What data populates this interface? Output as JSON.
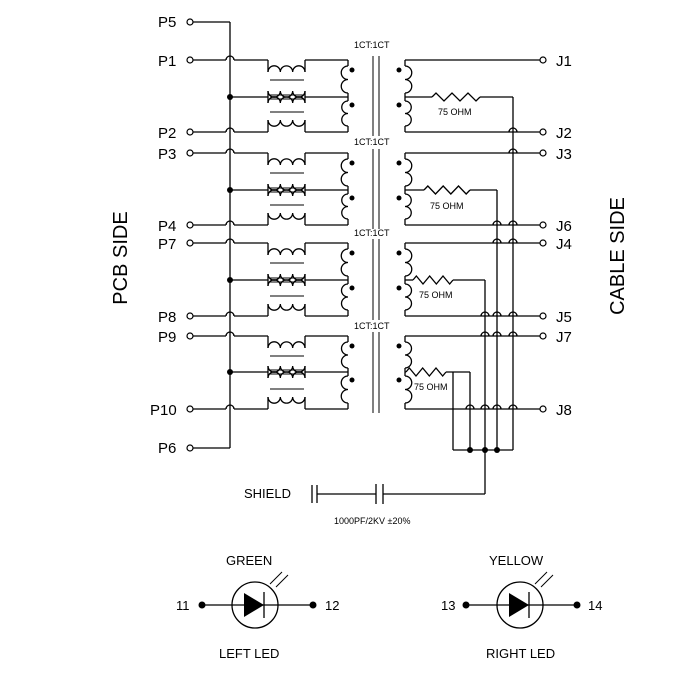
{
  "pins_left": [
    "P5",
    "P1",
    "P2",
    "P3",
    "P4",
    "P7",
    "P8",
    "P9",
    "P10",
    "P6"
  ],
  "pins_right": [
    "J1",
    "J2",
    "J3",
    "J6",
    "J4",
    "J5",
    "J7",
    "J8"
  ],
  "ratio_labels": [
    "1CT:1CT",
    "1CT:1CT",
    "1CT:1CT",
    "1CT:1CT"
  ],
  "resistor_labels": [
    "75 OHM",
    "75 OHM",
    "75 OHM",
    "75 OHM"
  ],
  "pcb_side": "PCB SIDE",
  "cable_side": "CABLE SIDE",
  "shield": "SHIELD",
  "cap_rating": "1000PF/2KV ±20%",
  "leds": {
    "left": {
      "color": "GREEN",
      "pin_a": "11",
      "pin_b": "12",
      "label": "LEFT LED"
    },
    "right": {
      "color": "YELLOW",
      "pin_a": "13",
      "pin_b": "14",
      "label": "RIGHT LED"
    }
  }
}
